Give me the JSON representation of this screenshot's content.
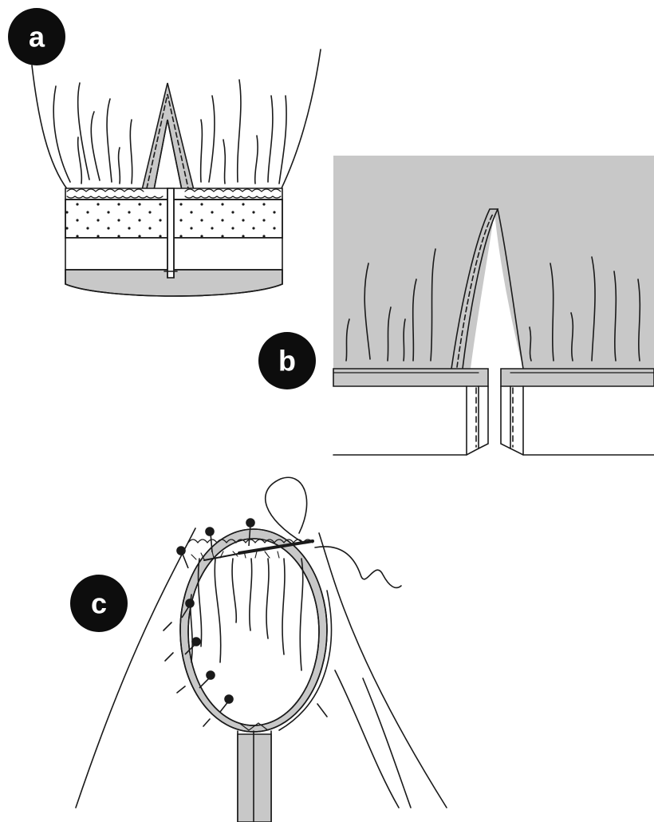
{
  "panels": [
    {
      "id": "a",
      "label": "a"
    },
    {
      "id": "b",
      "label": "b"
    },
    {
      "id": "c",
      "label": "c"
    }
  ],
  "colors": {
    "ink": "#1a1a1a",
    "fabric_shade": "#c8c8c8",
    "paper": "#ffffff",
    "badge": "#0d0d0d"
  }
}
